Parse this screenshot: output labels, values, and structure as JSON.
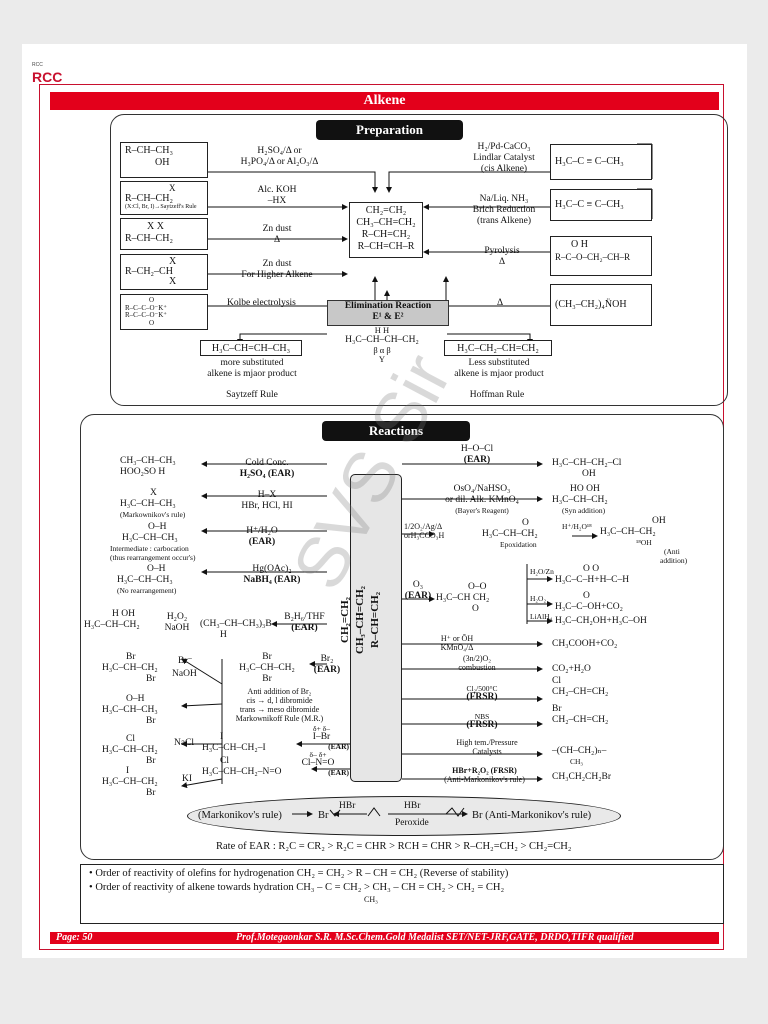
{
  "logo": {
    "tagline": "RCC",
    "name": "RCC"
  },
  "title": "Alkene",
  "watermark": "SVS Sir",
  "preparation": {
    "heading": "Preparation",
    "center": [
      "CH₂=CH₂",
      "CH₃–CH=CH₂",
      "R–CH=CH₂",
      "R–CH=CH–R"
    ],
    "left": [
      {
        "reactant": [
          "R–CH–CH₃",
          "OH"
        ],
        "reagent": [
          "H₂SO₄/Δ or",
          "H₃PO₄/Δ or Al₂O₃/Δ"
        ]
      },
      {
        "reactant": [
          "X",
          "R–CH–CH₂",
          "(X:Cl, Br, I)→Saytzeff's Rule"
        ],
        "reagent": [
          "Alc. KOH",
          "–HX"
        ]
      },
      {
        "reactant": [
          "X   X",
          "R–CH–CH₂"
        ],
        "reagent": [
          "Zn dust",
          "Δ"
        ]
      },
      {
        "reactant": [
          "X",
          "R–CH₂–CH",
          "X"
        ],
        "reagent": [
          "Zn dust",
          "For Higher Alkene"
        ]
      },
      {
        "reactant": [
          "O",
          "R–C–C–O⁻K⁺",
          "R–C–C–O⁻K⁺",
          "O"
        ],
        "reagent": [
          "Kolbe electrolysis"
        ]
      }
    ],
    "right": [
      {
        "reactant": "H₃C–C ≡ C–CH₃",
        "reagent": [
          "H₂/Pd-CaCO₃",
          "Lindlar Catalyst",
          "(cis Alkene)"
        ]
      },
      {
        "reactant": "H₃C–C ≡ C–CH₃",
        "reagent": [
          "Na/Liq. NH₃",
          "Brich Reduction",
          "(trans Alkene)"
        ]
      },
      {
        "reactant": [
          "O        H",
          "R–C–O–CH₂–CH–R"
        ],
        "reagent": [
          "Pyrolysis",
          "Δ"
        ]
      },
      {
        "reactant": "(CH₃–CH₂)₄N̈OH",
        "reagent": [
          "Δ"
        ]
      }
    ],
    "elimination": {
      "label": [
        "Elimination Reaction",
        "E¹ & E²"
      ],
      "substrate": [
        "H         H",
        "H₃C–CH–CH–CH₂",
        "β    α   β",
        "Y"
      ],
      "left_product": {
        "formula": "H₃C–CH=CH–CH₃",
        "note": [
          "more substituted",
          "alkene is mjaor product"
        ],
        "rule": "Saytzeff Rule"
      },
      "right_product": {
        "formula": "H₃C–CH₂–CH=CH₂",
        "note": [
          "Less substituted",
          "alkene is mjaor product"
        ],
        "rule": "Hoffman Rule"
      }
    }
  },
  "reactions": {
    "heading": "Reactions",
    "center": [
      "CH₂=CH₂",
      "CH₃–CH=CH₂",
      "R–CH=CH₂"
    ],
    "left": [
      {
        "product": [
          "CH₃–CH–CH₃",
          "HOO₂SO   H"
        ],
        "reagent": [
          "Cold Conc.",
          "H₂SO₄ (EAR)"
        ]
      },
      {
        "product": [
          "X",
          "H₃C–CH–CH₃",
          "(Markownikov's rule)"
        ],
        "reagent": [
          "H–X",
          "HBr, HCl, HI"
        ]
      },
      {
        "product": [
          "O–H",
          "H₃C–CH–CH₃",
          "Intermediate : carbocation",
          "(thus rearrangement occur's)"
        ],
        "reagent": [
          "H⁺/H₂O",
          "(EAR)"
        ]
      },
      {
        "product": [
          "O–H",
          "H₃C–CH–CH₃",
          "(No rearrangement)"
        ],
        "reagent": [
          "Hg(OAc)₂",
          "NaBH₄ (EAR)"
        ]
      },
      {
        "product": [
          "H  OH",
          "H₃C–CH–CH₂"
        ],
        "reagent": [
          "B₂H₆/THF",
          "(EAR)"
        ],
        "step": [
          "H₂O₂",
          "NaOH"
        ],
        "intermediate": [
          "(CH₃–CH–CH₃)₃B",
          "H"
        ]
      },
      {
        "intermediate": [
          "Br",
          "H₃C–CH–CH₂",
          "Br"
        ],
        "reagent": [
          "Br₂",
          "(EAR)"
        ],
        "note": [
          "Anti addition of Br₂",
          "cis → d, l dibromide",
          "trans → meso dibromide",
          "Markownikoff Rule (M.R.)"
        ]
      },
      {
        "branches": [
          {
            "product": [
              "Br",
              "H₃C–CH–CH₂",
              "Br"
            ],
            "reagent": "Br⁻"
          },
          {
            "product": [
              "O–H",
              "H₃C–CH–CH₃",
              "Br"
            ],
            "reagent": "NaOH"
          },
          {
            "product": [
              "Cl",
              "H₃C–CH–CH₂",
              "Br"
            ],
            "reagent": "NaCl"
          },
          {
            "product": [
              "I",
              "H₃C–CH–CH₂",
              "Br"
            ],
            "reagent": "KI"
          }
        ]
      },
      {
        "product": [
          "I",
          "H₃C–CH–CH₂–I"
        ],
        "reagent": [
          "δ+  δ–",
          "I–Br",
          "(EAR)"
        ]
      },
      {
        "product": [
          "Cl",
          "H₃C–CH–CH₂–N=O"
        ],
        "reagent": [
          "δ–  δ+",
          "Cl–N=O",
          "(EAR)"
        ]
      }
    ],
    "right": [
      {
        "product": [
          "H₃C–CH–CH₂–Cl",
          "OH"
        ],
        "reagent": [
          "H–O–Cl",
          "(EAR)"
        ]
      },
      {
        "product": [
          "HO  OH",
          "H₃C–CH–CH₂",
          "(Syn addition)"
        ],
        "reagent": [
          "OsO₄/NaHSO₃",
          "or dil. Alk. KMnO₄",
          "(Bayer's Reagent)"
        ]
      },
      {
        "product": [
          "O",
          "H₃C–CH–CH₂",
          "Epoxidation"
        ],
        "reagent": [
          "1/2O₂/Ag/Δ",
          "orH₃CCO₃H"
        ],
        "next": {
          "reagent": "H⁺/H₂O¹⁸",
          "product": [
            "OH",
            "H₃C–CH–CH₂",
            "¹⁸OH",
            "(Anti",
            "addition)"
          ]
        }
      },
      {
        "product": [
          "O–O",
          "H₃C–CH  CH₂",
          "O"
        ],
        "reagent": [
          "O₃",
          "(EAR)"
        ],
        "branches": [
          {
            "reagent": "H₂O/Zn",
            "product": [
              "O        O",
              "H₃C–C–H+H–C–H"
            ]
          },
          {
            "reagent": "H₂O₂",
            "product": [
              "O",
              "H₃C–C–OH+CO₂"
            ]
          },
          {
            "reagent": "LiAlH₄",
            "product": "H₃C–CH₂OH+H₃C–OH"
          }
        ]
      },
      {
        "product": "CH₃COOH+CO₂",
        "reagent": [
          "H⁺ or ŌH",
          "KMnO₄/Δ"
        ]
      },
      {
        "product": "CO₂+H₂O",
        "reagent": [
          "(3n/2)O₂",
          "combustion"
        ]
      },
      {
        "product": [
          "Cl",
          "CH₂–CH=CH₂"
        ],
        "reagent": [
          "Cl₂/500°C",
          "(FRSR)"
        ]
      },
      {
        "product": [
          "Br",
          "CH₂–CH=CH₂"
        ],
        "reagent": [
          "NBS",
          "(FRSR)"
        ]
      },
      {
        "product": "–(CH–CH₂)ₙ–",
        "product_sub": "CH₃",
        "reagent": [
          "High tem./Pressure",
          "Catalysts"
        ]
      },
      {
        "product": "CH₃CH₂CH₂Br",
        "reagent": [
          "HBr+R₂O₂ (FRSR)",
          "(Anti-Markonikov's rule)"
        ]
      }
    ],
    "rules": {
      "left": "(Markonikov's rule)",
      "hbr_left": "HBr",
      "hbr_right": "HBr",
      "peroxide": "Peroxide",
      "br_left": "Br",
      "right": "Br (Anti-Markonikov's rule)"
    },
    "rate": "Rate of EAR : R₂C = CR₂ > R₂C = CHR > RCH = CHR > R–CH₂=CH₂ > CH₂=CH₂"
  },
  "bullets": [
    "Order of reactivity of olefins for hydrogenation CH₂ = CH₂ > R – CH = CH₂ (Reverse of stability)",
    "Order of reactivity of alkene towards hydration CH₃ – C = CH₂ > CH₃ – CH = CH₂ > CH₂ = CH₂"
  ],
  "bullet_sub": "CH₃",
  "footer": {
    "page": "Page: 50",
    "author": "Prof.Motegaonkar S.R. M.Sc.Chem.Gold Medalist SET/NET-JRF,GATE, DRDO,TIFR qualified"
  }
}
